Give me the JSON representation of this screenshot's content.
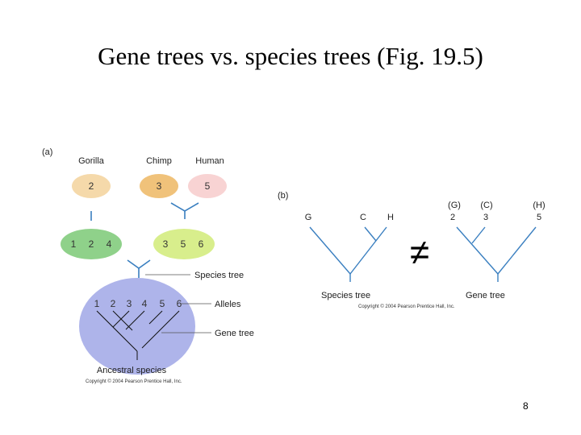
{
  "slide": {
    "title": "Gene trees vs. species trees (Fig. 19.5)",
    "page_number": "8"
  },
  "panel_a": {
    "label": "(a)",
    "species": [
      {
        "name": "Gorilla",
        "alleles": "2"
      },
      {
        "name": "Chimp",
        "alleles": "3"
      },
      {
        "name": "Human",
        "alleles": "5"
      }
    ],
    "groups": [
      {
        "alleles": [
          "1",
          "2",
          "4"
        ]
      },
      {
        "alleles": [
          "3",
          "5",
          "6"
        ]
      }
    ],
    "ancestral_alleles": [
      "1",
      "2",
      "3",
      "4",
      "5",
      "6"
    ],
    "callouts": {
      "species_tree": "Species tree",
      "alleles": "Alleles",
      "gene_tree": "Gene tree"
    },
    "ancestral_label": "Ancestral species",
    "copyright": "Copyright © 2004 Pearson Prentice Hall, Inc.",
    "colors": {
      "gorilla": "#f5d9aa",
      "chimp": "#f0c27a",
      "human": "#f8d3d3",
      "green_dark": "#8fd18a",
      "green_light": "#d8ee8c",
      "ancestral": "#aeb4ea",
      "tree_line": "#3a7fc0"
    }
  },
  "panel_b": {
    "label": "(b)",
    "species_tree_tips": [
      "G",
      "C",
      "H"
    ],
    "gene_tree_tips": [
      {
        "species": "(G)",
        "allele": "2"
      },
      {
        "species": "(C)",
        "allele": "3"
      },
      {
        "species": "(H)",
        "allele": "5"
      }
    ],
    "symbol": "≠",
    "species_tree_label": "Species tree",
    "gene_tree_label": "Gene tree",
    "copyright": "Copyright © 2004 Pearson Prentice Hall, Inc."
  }
}
